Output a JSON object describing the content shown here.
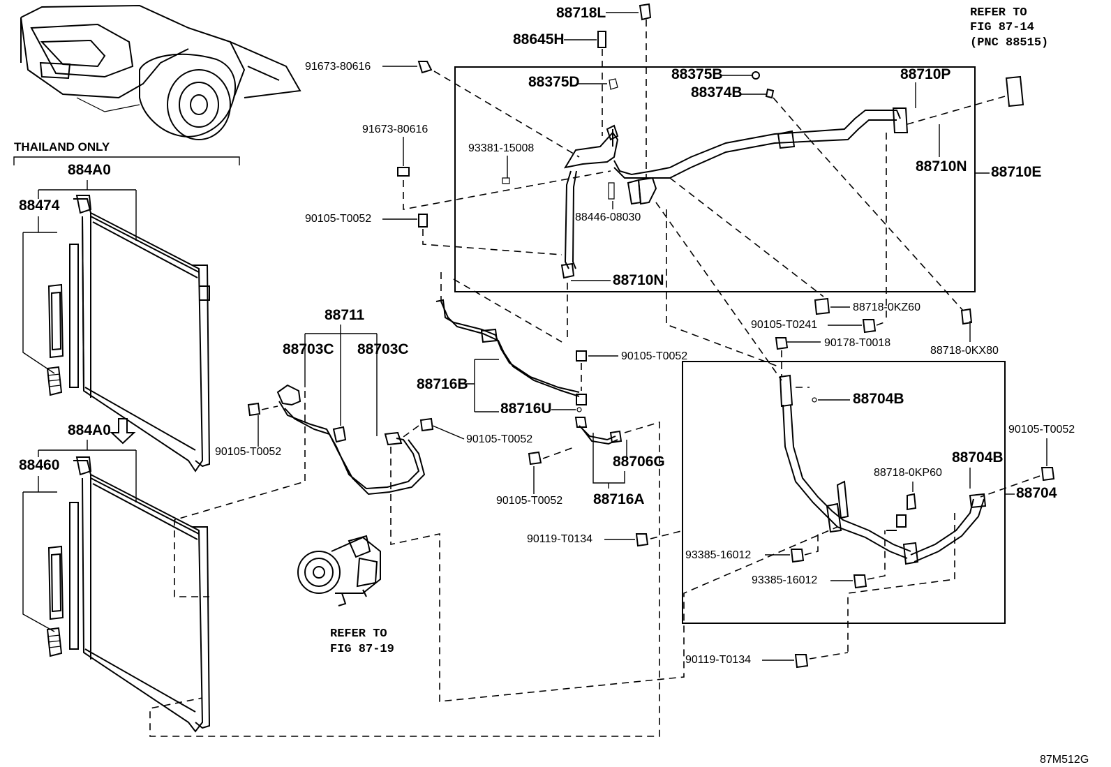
{
  "labels": {
    "p88718L": "88718L",
    "p88645H": "88645H",
    "p91673_a": "91673-80616",
    "p88375D": "88375D",
    "p88375B": "88375B",
    "p88374B": "88374B",
    "p88710P": "88710P",
    "p91673_b": "91673-80616",
    "p93381": "93381-15008",
    "p88710N_a": "88710N",
    "p88710E": "88710E",
    "p88446": "88446-08030",
    "p90105_a": "90105-T0052",
    "p88710N_b": "88710N",
    "p88711": "88711",
    "p88703C_a": "88703C",
    "p88703C_b": "88703C",
    "p88718_0KZ60": "88718-0KZ60",
    "p90105_T0241": "90105-T0241",
    "p90178": "90178-T0018",
    "p88718_0KX80": "88718-0KX80",
    "p90105_b": "90105-T0052",
    "p88716B": "88716B",
    "p88704B_a": "88704B",
    "p88716U": "88716U",
    "p90105_c": "90105-T0052",
    "p90105_d": "90105-T0052",
    "p90105_e": "90105-T0052",
    "p88706G": "88706G",
    "p88704B_b": "88704B",
    "p88718_0KP60": "88718-0KP60",
    "p88704": "88704",
    "p90105_f": "90105-T0052",
    "p88716A": "88716A",
    "p90119_a": "90119-T0134",
    "p93385_a": "93385-16012",
    "p93385_b": "93385-16012",
    "p90119_b": "90119-T0134",
    "p884A0_a": "884A0",
    "p88474": "88474",
    "p884A0_b": "884A0",
    "p88460": "88460"
  },
  "notes": {
    "thailand_only": "THAILAND ONLY",
    "refer_top_line1": "REFER TO",
    "refer_top_line2": "FIG 87-14",
    "refer_top_line3": "(PNC 88515)",
    "refer_comp_line1": "REFER TO",
    "refer_comp_line2": "FIG 87-19"
  },
  "figure_code": "87M512G"
}
